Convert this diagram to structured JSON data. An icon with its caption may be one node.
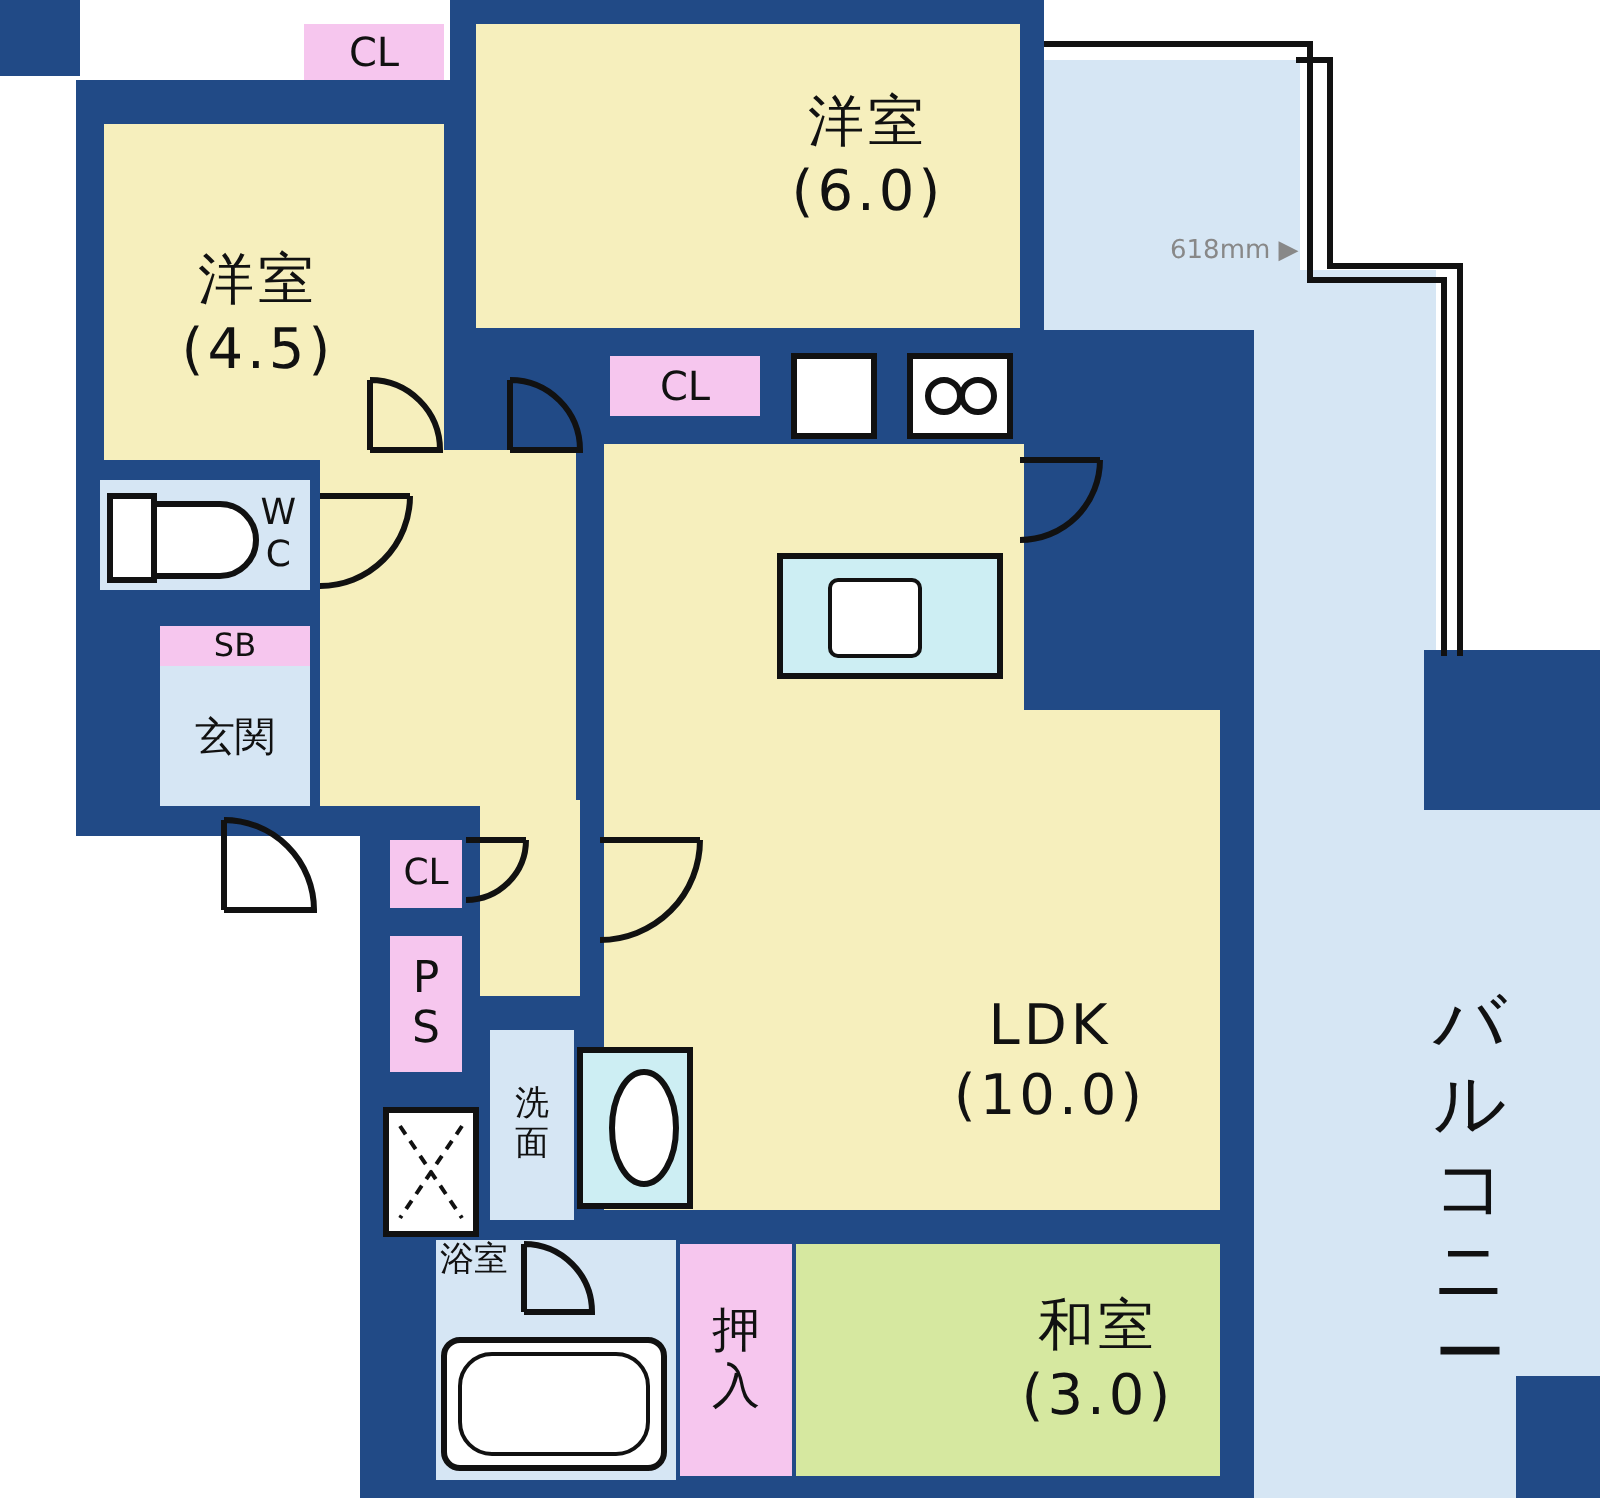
{
  "diagram": {
    "nodes": [
      {
        "text": [
          "洋室 (4.5)"
        ]
      },
      {
        "text": [
          "CL"
        ]
      },
      {
        "text": [
          "洋室 (6.0)"
        ]
      },
      {
        "text": [
          "CL"
        ]
      },
      {
        "text": [
          "WC"
        ]
      },
      {
        "text": [
          "SB"
        ]
      },
      {
        "text": [
          "玄関"
        ]
      },
      {
        "text": [
          "CL"
        ]
      },
      {
        "text": [
          "PS"
        ]
      },
      {
        "text": [
          "洗面"
        ]
      },
      {
        "text": [
          "浴室"
        ]
      },
      {
        "text": [
          "LDK (10.0)"
        ]
      },
      {
        "text": [
          "押入"
        ]
      },
      {
        "text": [
          "和室 (3.0)"
        ]
      },
      {
        "text": [
          "バルコニー"
        ]
      }
    ],
    "edges": [],
    "labels": [
      "618mm ▶"
    ]
  }
}
